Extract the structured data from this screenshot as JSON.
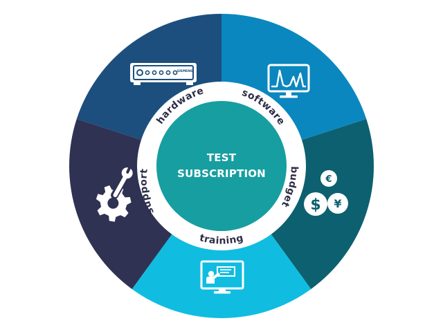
{
  "center": {
    "line1": "TEST",
    "line2": "SUBSCRIPTION"
  },
  "segments": [
    {
      "id": "hardware",
      "label": "hardware",
      "color": "#1c4f7d",
      "icon": "hardware-device-icon"
    },
    {
      "id": "software",
      "label": "software",
      "color": "#0b87bf",
      "icon": "monitor-waveform-icon"
    },
    {
      "id": "budget",
      "label": "budget",
      "color": "#0d6070",
      "icon": "currency-coins-icon"
    },
    {
      "id": "training",
      "label": "training",
      "color": "#10bde0",
      "icon": "presentation-screen-icon"
    },
    {
      "id": "support",
      "label": "support",
      "color": "#303253",
      "icon": "gear-wrench-icon"
    }
  ],
  "hardware_device": {
    "brand_text": "SIEMENS"
  },
  "budget_icon": {
    "currencies": [
      "€",
      "$",
      "¥"
    ]
  },
  "colors": {
    "center_fill": "#179ea0",
    "ring_fill": "#ffffff",
    "label_text": "#2d2d48"
  }
}
